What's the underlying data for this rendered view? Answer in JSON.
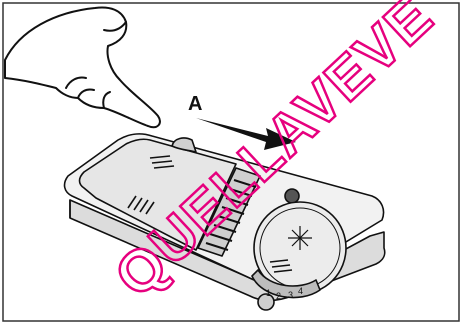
{
  "figure": {
    "callout_label": "A",
    "watermark": "QUELLAVEVE"
  },
  "colors": {
    "line": "#111111",
    "body_fill": "#f2f2f2",
    "lid_fill": "#e6e6e6",
    "rinse_fill": "#ececec",
    "watermark": "#e6007e"
  },
  "dial_marks": [
    "1",
    "2",
    "3",
    "4"
  ]
}
